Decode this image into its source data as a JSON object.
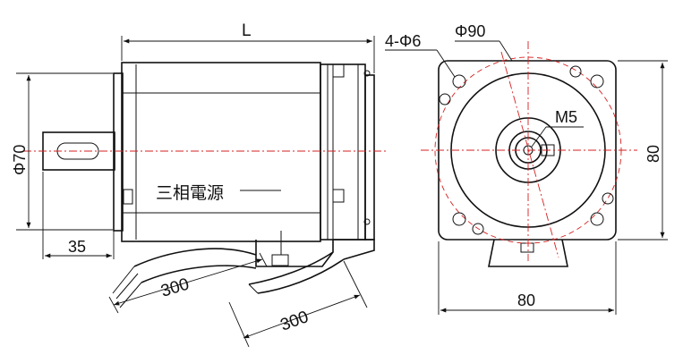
{
  "drawing": {
    "labels": {
      "length": "L",
      "shaft_dia": "Φ70",
      "shaft_len": "35",
      "power": "三相電源",
      "cable1": "300",
      "cable2": "300",
      "holes": "4-Φ6",
      "pcd": "Φ90",
      "thread": "M5",
      "height": "80",
      "width": "80"
    },
    "colors": {
      "line": "#111111",
      "centerline": "#d42020"
    }
  }
}
